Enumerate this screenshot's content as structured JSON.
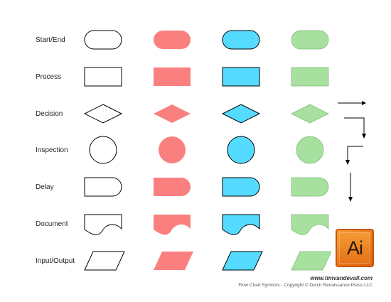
{
  "rows": [
    {
      "label": "Start/End",
      "shape": "terminal"
    },
    {
      "label": "Process",
      "shape": "rectangle"
    },
    {
      "label": "Decision",
      "shape": "diamond"
    },
    {
      "label": "Inspection",
      "shape": "circle"
    },
    {
      "label": "Delay",
      "shape": "delay"
    },
    {
      "label": "Document",
      "shape": "document"
    },
    {
      "label": "Input/Output",
      "shape": "parallelogram"
    }
  ],
  "columns": [
    {
      "style": "outline",
      "fill": "#ffffff",
      "stroke": "#000000"
    },
    {
      "style": "red",
      "fill": "#fa8080",
      "stroke": "none"
    },
    {
      "style": "blue",
      "fill": "#55dbff",
      "stroke": "#000000"
    },
    {
      "style": "green",
      "fill": "#a8e0a0",
      "stroke": "#7fbf78"
    }
  ],
  "logo": {
    "text": "Ai",
    "icon": "adobe-illustrator-icon"
  },
  "footer": {
    "site": "www.timvandevall.com",
    "copyright": "Flow Chart Symbols - Copyright © Dutch Renaissance Press LLC"
  }
}
